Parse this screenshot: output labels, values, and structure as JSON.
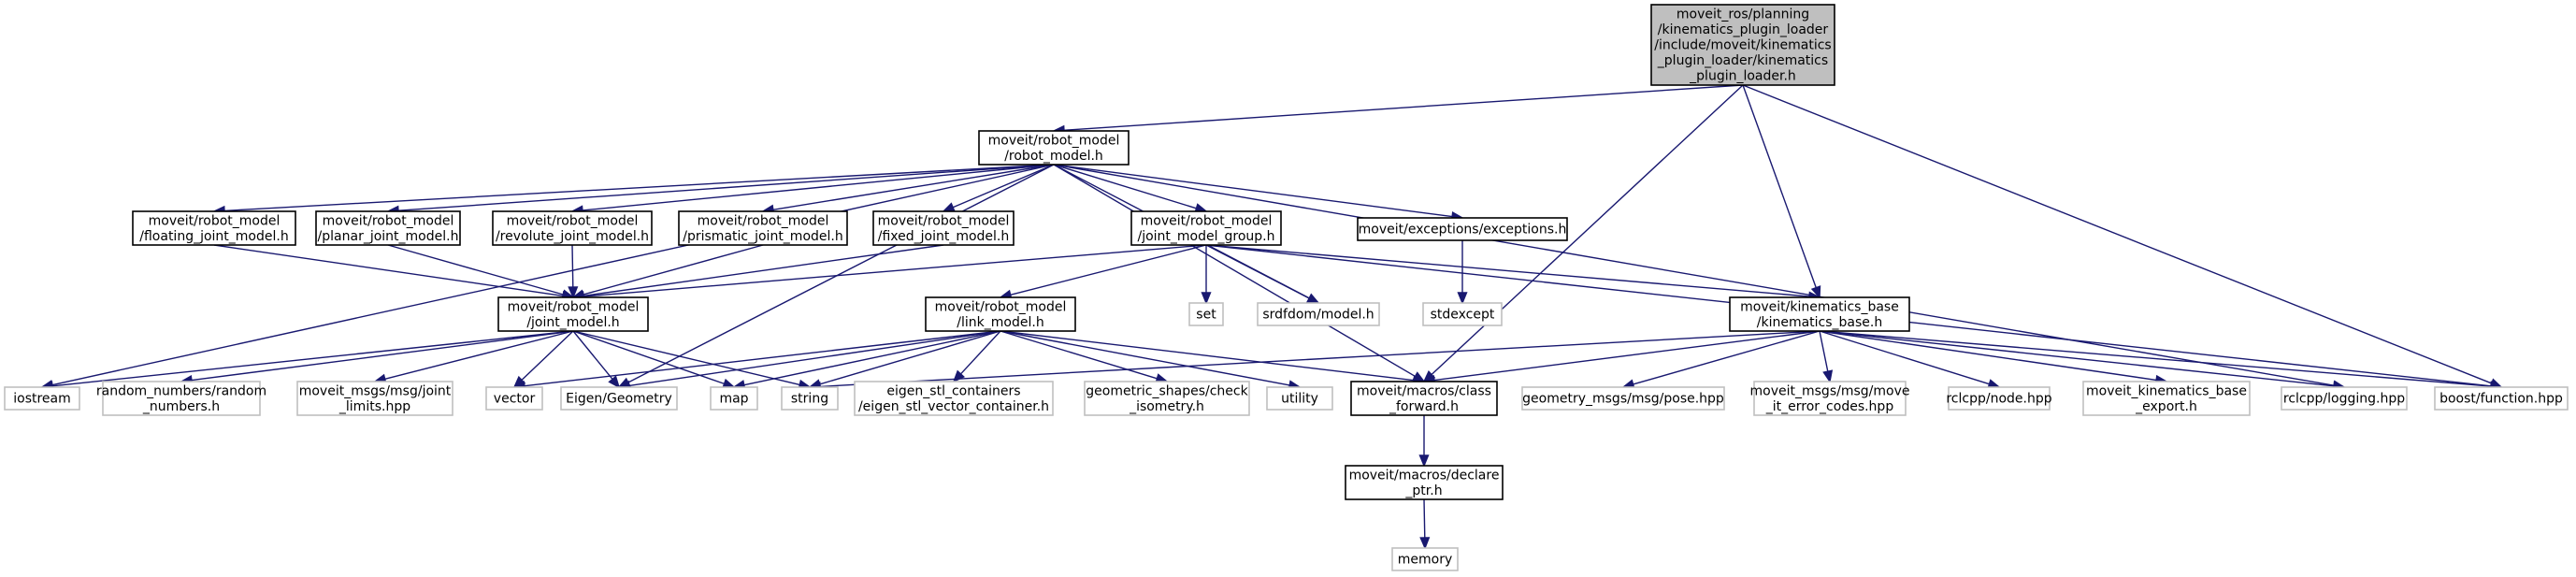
{
  "colors": {
    "edge": "#191970",
    "root_fill": "#bfbfbf",
    "root_border": "#000000",
    "node_fill": "#ffffff",
    "node_border": "#000000",
    "external_border": "#bfbfbf"
  },
  "nodes": [
    {
      "id": "root",
      "kind": "root",
      "lines": [
        "moveit_ros/planning",
        "/kinematics_plugin_loader",
        "/include/moveit/kinematics",
        "_plugin_loader/kinematics",
        "_plugin_loader.h"
      ]
    },
    {
      "id": "robot_model",
      "kind": "internal",
      "lines": [
        "moveit/robot_model",
        "/robot_model.h"
      ]
    },
    {
      "id": "floating",
      "kind": "internal",
      "lines": [
        "moveit/robot_model",
        "/floating_joint_model.h"
      ]
    },
    {
      "id": "planar",
      "kind": "internal",
      "lines": [
        "moveit/robot_model",
        "/planar_joint_model.h"
      ]
    },
    {
      "id": "revolute",
      "kind": "internal",
      "lines": [
        "moveit/robot_model",
        "/revolute_joint_model.h"
      ]
    },
    {
      "id": "prismatic",
      "kind": "internal",
      "lines": [
        "moveit/robot_model",
        "/prismatic_joint_model.h"
      ]
    },
    {
      "id": "fixed",
      "kind": "internal",
      "lines": [
        "moveit/robot_model",
        "/fixed_joint_model.h"
      ]
    },
    {
      "id": "jmg",
      "kind": "internal",
      "lines": [
        "moveit/robot_model",
        "/joint_model_group.h"
      ]
    },
    {
      "id": "exceptions",
      "kind": "internal",
      "lines": [
        "moveit/exceptions/exceptions.h"
      ]
    },
    {
      "id": "joint_model",
      "kind": "internal",
      "lines": [
        "moveit/robot_model",
        "/joint_model.h"
      ]
    },
    {
      "id": "set",
      "kind": "external",
      "lines": [
        "set"
      ]
    },
    {
      "id": "srdf",
      "kind": "external",
      "lines": [
        "srdfdom/model.h"
      ]
    },
    {
      "id": "stdexcept",
      "kind": "external",
      "lines": [
        "stdexcept"
      ]
    },
    {
      "id": "link_model",
      "kind": "internal",
      "lines": [
        "moveit/robot_model",
        "/link_model.h"
      ]
    },
    {
      "id": "kin_base",
      "kind": "internal",
      "lines": [
        "moveit/kinematics_base",
        "/kinematics_base.h"
      ]
    },
    {
      "id": "iostream",
      "kind": "external",
      "lines": [
        "iostream"
      ]
    },
    {
      "id": "random",
      "kind": "external",
      "lines": [
        "random_numbers/random",
        "_numbers.h"
      ]
    },
    {
      "id": "joint_limits",
      "kind": "external",
      "lines": [
        "moveit_msgs/msg/joint",
        "_limits.hpp"
      ]
    },
    {
      "id": "vector",
      "kind": "external",
      "lines": [
        "vector"
      ]
    },
    {
      "id": "eigen",
      "kind": "external",
      "lines": [
        "Eigen/Geometry"
      ]
    },
    {
      "id": "map",
      "kind": "external",
      "lines": [
        "map"
      ]
    },
    {
      "id": "string",
      "kind": "external",
      "lines": [
        "string"
      ]
    },
    {
      "id": "eigen_stl",
      "kind": "external",
      "lines": [
        "eigen_stl_containers",
        "/eigen_stl_vector_container.h"
      ]
    },
    {
      "id": "geom_shapes",
      "kind": "external",
      "lines": [
        "geometric_shapes/check",
        "_isometry.h"
      ]
    },
    {
      "id": "utility",
      "kind": "external",
      "lines": [
        "utility"
      ]
    },
    {
      "id": "class_fwd",
      "kind": "internal",
      "lines": [
        "moveit/macros/class",
        "_forward.h"
      ]
    },
    {
      "id": "pose",
      "kind": "external",
      "lines": [
        "geometry_msgs/msg/pose.hpp"
      ]
    },
    {
      "id": "error_codes",
      "kind": "external",
      "lines": [
        "moveit_msgs/msg/move",
        "_it_error_codes.hpp"
      ]
    },
    {
      "id": "node",
      "kind": "external",
      "lines": [
        "rclcpp/node.hpp"
      ]
    },
    {
      "id": "kb_export",
      "kind": "external",
      "lines": [
        "moveit_kinematics_base",
        "_export.h"
      ]
    },
    {
      "id": "logging",
      "kind": "external",
      "lines": [
        "rclcpp/logging.hpp"
      ]
    },
    {
      "id": "boost_fn",
      "kind": "external",
      "lines": [
        "boost/function.hpp"
      ]
    },
    {
      "id": "declare_ptr",
      "kind": "internal",
      "lines": [
        "moveit/macros/declare",
        "_ptr.h"
      ]
    },
    {
      "id": "memory",
      "kind": "external",
      "lines": [
        "memory"
      ]
    }
  ],
  "edges": [
    [
      "root",
      "robot_model"
    ],
    [
      "root",
      "class_fwd"
    ],
    [
      "root",
      "kin_base"
    ],
    [
      "root",
      "boost_fn"
    ],
    [
      "robot_model",
      "iostream"
    ],
    [
      "robot_model",
      "floating"
    ],
    [
      "robot_model",
      "planar"
    ],
    [
      "robot_model",
      "revolute"
    ],
    [
      "robot_model",
      "prismatic"
    ],
    [
      "robot_model",
      "fixed"
    ],
    [
      "robot_model",
      "jmg"
    ],
    [
      "robot_model",
      "eigen"
    ],
    [
      "robot_model",
      "srdf"
    ],
    [
      "robot_model",
      "class_fwd"
    ],
    [
      "robot_model",
      "exceptions"
    ],
    [
      "robot_model",
      "logging"
    ],
    [
      "floating",
      "joint_model"
    ],
    [
      "planar",
      "joint_model"
    ],
    [
      "revolute",
      "joint_model"
    ],
    [
      "prismatic",
      "joint_model"
    ],
    [
      "fixed",
      "joint_model"
    ],
    [
      "jmg",
      "joint_model"
    ],
    [
      "jmg",
      "link_model"
    ],
    [
      "jmg",
      "set"
    ],
    [
      "jmg",
      "srdf"
    ],
    [
      "jmg",
      "kin_base"
    ],
    [
      "jmg",
      "boost_fn"
    ],
    [
      "exceptions",
      "stdexcept"
    ],
    [
      "joint_model",
      "iostream"
    ],
    [
      "joint_model",
      "random"
    ],
    [
      "joint_model",
      "joint_limits"
    ],
    [
      "joint_model",
      "vector"
    ],
    [
      "joint_model",
      "eigen"
    ],
    [
      "joint_model",
      "map"
    ],
    [
      "joint_model",
      "string"
    ],
    [
      "link_model",
      "vector"
    ],
    [
      "link_model",
      "eigen"
    ],
    [
      "link_model",
      "map"
    ],
    [
      "link_model",
      "string"
    ],
    [
      "link_model",
      "eigen_stl"
    ],
    [
      "link_model",
      "geom_shapes"
    ],
    [
      "link_model",
      "utility"
    ],
    [
      "link_model",
      "class_fwd"
    ],
    [
      "kin_base",
      "string"
    ],
    [
      "kin_base",
      "class_fwd"
    ],
    [
      "kin_base",
      "pose"
    ],
    [
      "kin_base",
      "error_codes"
    ],
    [
      "kin_base",
      "node"
    ],
    [
      "kin_base",
      "kb_export"
    ],
    [
      "kin_base",
      "logging"
    ],
    [
      "kin_base",
      "boost_fn"
    ],
    [
      "class_fwd",
      "declare_ptr"
    ],
    [
      "declare_ptr",
      "memory"
    ]
  ]
}
